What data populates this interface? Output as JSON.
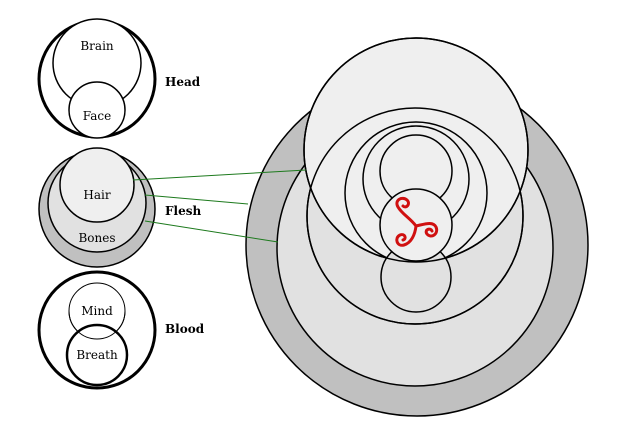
{
  "small_diagrams": {
    "head": {
      "label": "Head",
      "upper_circle": "Brain",
      "lower_circle": "Face"
    },
    "flesh": {
      "label": "Flesh",
      "upper_circle": "Hair",
      "lower_circle": "Bones"
    },
    "blood": {
      "label": "Blood",
      "upper_circle": "Mind",
      "lower_circle": "Breath"
    }
  },
  "large_diagram": {
    "center_symbol": "triskelion-icon"
  },
  "colors": {
    "stroke": "#000000",
    "outer_ring": "#c0c0c0",
    "mid_fill": "#e1e1e1",
    "light_fill": "#efefef",
    "connector_lines": "#1d7a1d",
    "triskelion": "#d01010"
  }
}
